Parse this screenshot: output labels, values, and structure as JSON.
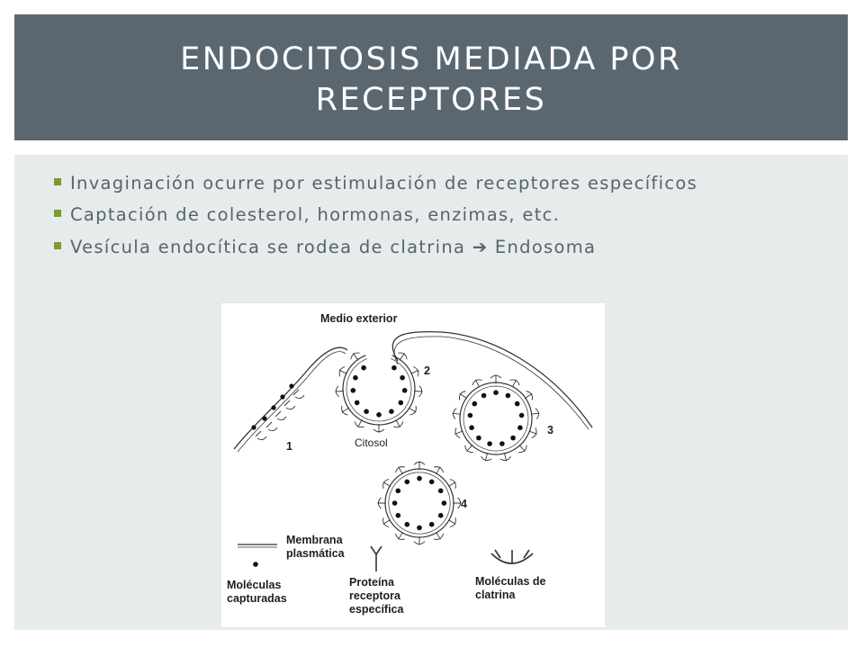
{
  "slide": {
    "title_line1": "ENDOCITOSIS MEDIADA POR",
    "title_line2": "RECEPTORES",
    "bullets": [
      "Invaginación ocurre por estimulación de receptores específicos",
      "Captación de colesterol, hormonas, enzimas, etc.",
      "Vesícula endocítica se rodea de clatrina ➔ Endosoma"
    ],
    "bullet_color": "#7d9b2a",
    "title_band_color": "#5b6770",
    "content_bg_color": "#e6ebeb"
  },
  "figure": {
    "medio_exterior": "Medio exterior",
    "citosol": "Citosol",
    "step_1": "1",
    "step_2": "2",
    "step_3": "3",
    "step_4": "4",
    "legend_membrana_1": "Membrana",
    "legend_membrana_2": "plasmática",
    "legend_moleculas_1": "Moléculas",
    "legend_moleculas_2": "capturadas",
    "legend_proteina_1": "Proteína",
    "legend_proteina_2": "receptora",
    "legend_proteina_3": "específica",
    "legend_clatrina_1": "Moléculas de",
    "legend_clatrina_2": "clatrina"
  }
}
